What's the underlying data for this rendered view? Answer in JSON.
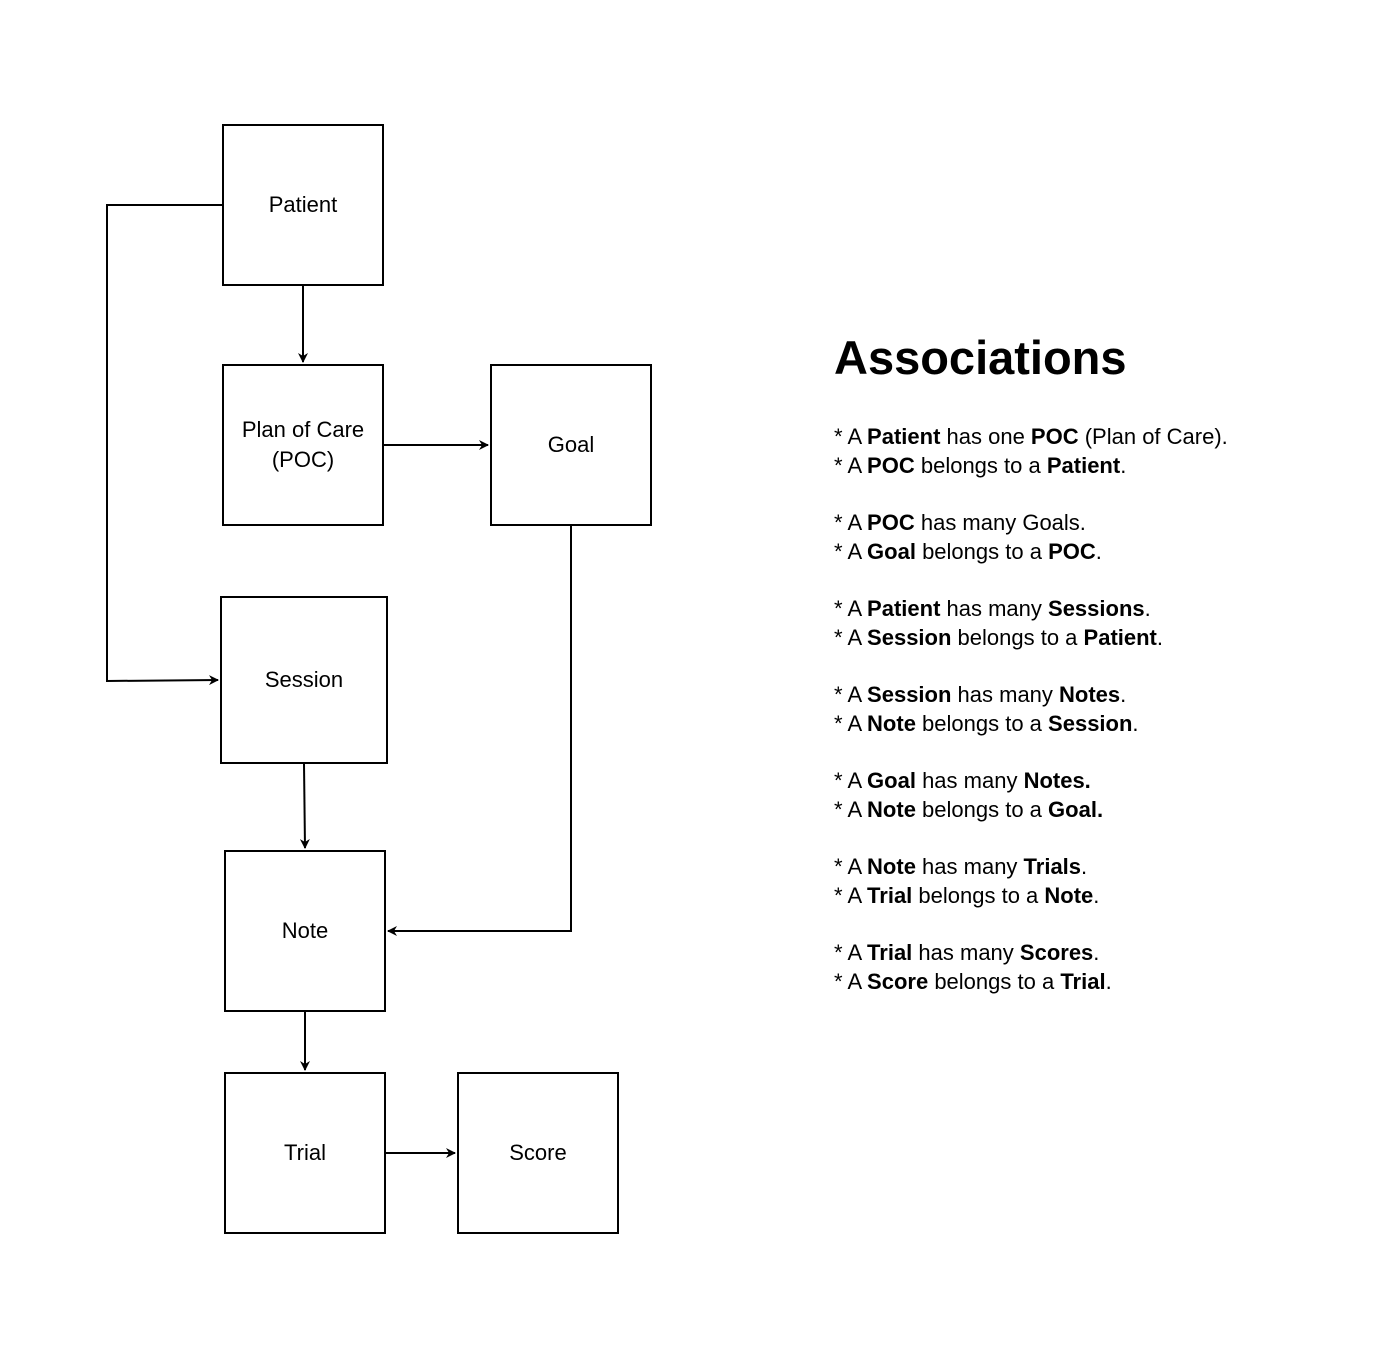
{
  "diagram": {
    "nodes": {
      "patient": {
        "label": "Patient"
      },
      "poc": {
        "label_line1": "Plan of Care",
        "label_line2": "(POC)"
      },
      "goal": {
        "label": "Goal"
      },
      "session": {
        "label": "Session"
      },
      "note": {
        "label": "Note"
      },
      "trial": {
        "label": "Trial"
      },
      "score": {
        "label": "Score"
      }
    },
    "edges": [
      {
        "from": "Patient",
        "to": "Plan of Care (POC)"
      },
      {
        "from": "Patient",
        "to": "Session"
      },
      {
        "from": "Plan of Care (POC)",
        "to": "Goal"
      },
      {
        "from": "Goal",
        "to": "Note"
      },
      {
        "from": "Session",
        "to": "Note"
      },
      {
        "from": "Note",
        "to": "Trial"
      },
      {
        "from": "Trial",
        "to": "Score"
      }
    ]
  },
  "associations": {
    "title": "Associations",
    "groups": [
      [
        [
          {
            "t": "* A "
          },
          {
            "t": "Patient",
            "b": true
          },
          {
            "t": " has one "
          },
          {
            "t": "POC",
            "b": true
          },
          {
            "t": " (Plan of Care)."
          }
        ],
        [
          {
            "t": "* A "
          },
          {
            "t": "POC",
            "b": true
          },
          {
            "t": " belongs to a "
          },
          {
            "t": "Patient",
            "b": true
          },
          {
            "t": "."
          }
        ]
      ],
      [
        [
          {
            "t": "* A "
          },
          {
            "t": "POC",
            "b": true
          },
          {
            "t": " has many Goals."
          }
        ],
        [
          {
            "t": "* A "
          },
          {
            "t": "Goal",
            "b": true
          },
          {
            "t": " belongs to a "
          },
          {
            "t": "POC",
            "b": true
          },
          {
            "t": "."
          }
        ]
      ],
      [
        [
          {
            "t": "* A "
          },
          {
            "t": "Patient",
            "b": true
          },
          {
            "t": " has many "
          },
          {
            "t": "Sessions",
            "b": true
          },
          {
            "t": "."
          }
        ],
        [
          {
            "t": "* A "
          },
          {
            "t": "Session",
            "b": true
          },
          {
            "t": " belongs to a "
          },
          {
            "t": "Patient",
            "b": true
          },
          {
            "t": "."
          }
        ]
      ],
      [
        [
          {
            "t": "* A "
          },
          {
            "t": "Session",
            "b": true
          },
          {
            "t": " has many "
          },
          {
            "t": "Notes",
            "b": true
          },
          {
            "t": "."
          }
        ],
        [
          {
            "t": "* A "
          },
          {
            "t": "Note",
            "b": true
          },
          {
            "t": " belongs to a "
          },
          {
            "t": "Session",
            "b": true
          },
          {
            "t": "."
          }
        ]
      ],
      [
        [
          {
            "t": "* A "
          },
          {
            "t": "Goal",
            "b": true
          },
          {
            "t": " has many "
          },
          {
            "t": "Notes.",
            "b": true
          }
        ],
        [
          {
            "t": "* A "
          },
          {
            "t": "Note",
            "b": true
          },
          {
            "t": " belongs to a "
          },
          {
            "t": "Goal.",
            "b": true
          }
        ]
      ],
      [
        [
          {
            "t": "* A "
          },
          {
            "t": "Note",
            "b": true
          },
          {
            "t": " has many "
          },
          {
            "t": "Trials",
            "b": true
          },
          {
            "t": "."
          }
        ],
        [
          {
            "t": "* A "
          },
          {
            "t": "Trial",
            "b": true
          },
          {
            "t": " belongs to a "
          },
          {
            "t": "Note",
            "b": true
          },
          {
            "t": "."
          }
        ]
      ],
      [
        [
          {
            "t": "* A "
          },
          {
            "t": "Trial",
            "b": true
          },
          {
            "t": " has many "
          },
          {
            "t": "Scores",
            "b": true
          },
          {
            "t": "."
          }
        ],
        [
          {
            "t": "* A "
          },
          {
            "t": "Score",
            "b": true
          },
          {
            "t": " belongs to a "
          },
          {
            "t": "Trial",
            "b": true
          },
          {
            "t": "."
          }
        ]
      ]
    ]
  }
}
